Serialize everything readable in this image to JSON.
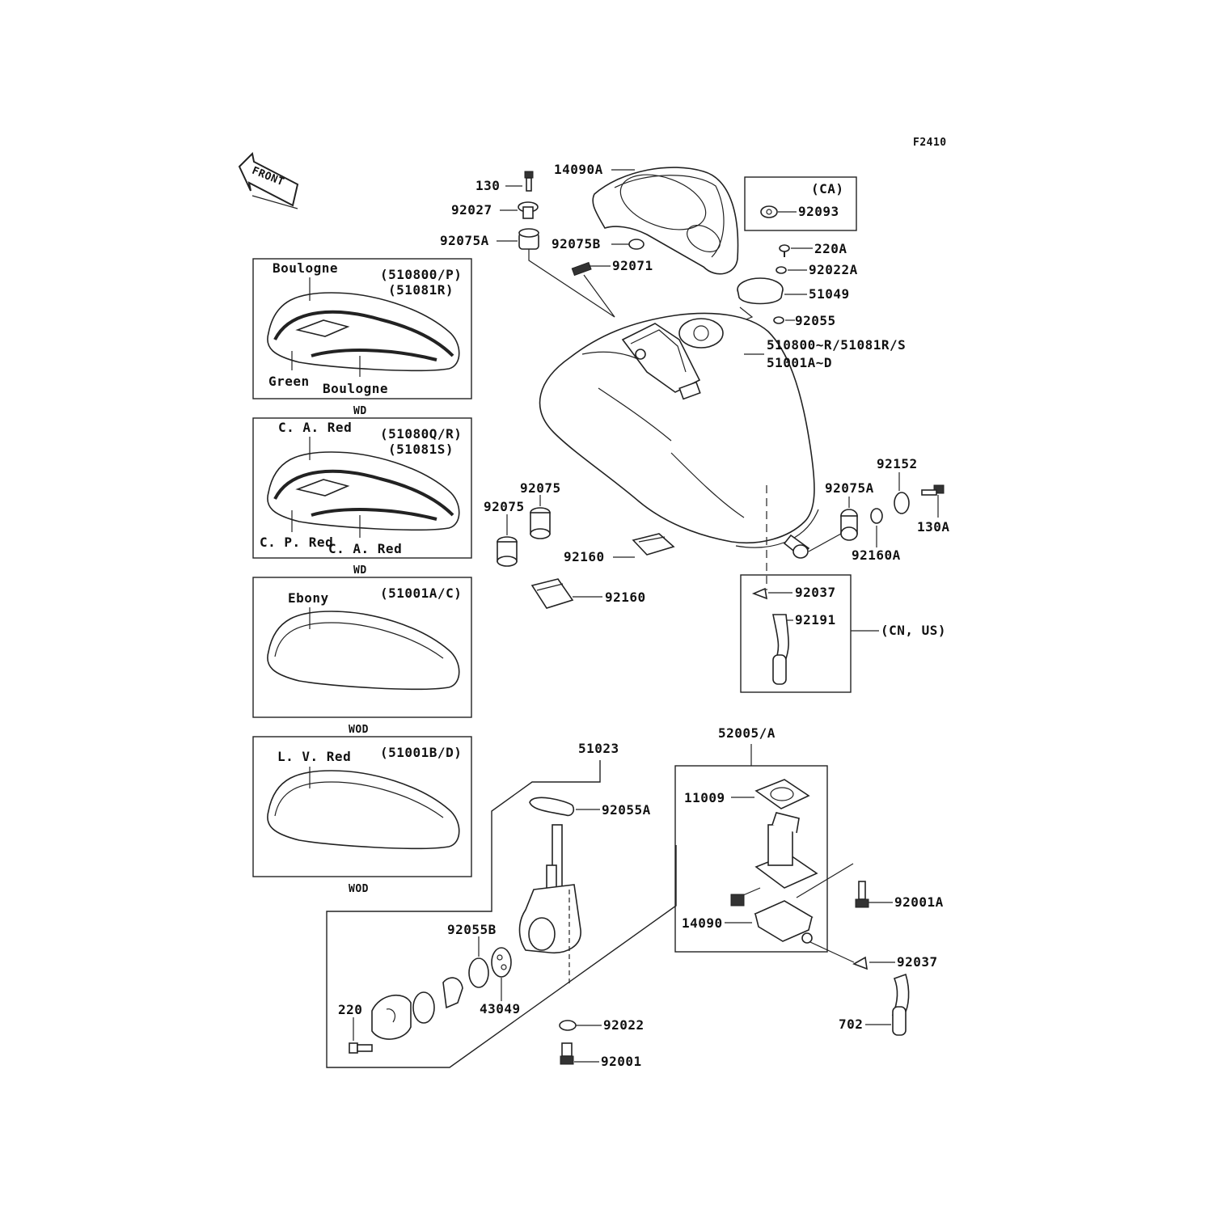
{
  "figure_code": "F2410",
  "front_arrow": "FRONT",
  "callouts": {
    "p130": "130",
    "p92027": "92027",
    "p92075A_top": "92075A",
    "p14090A": "14090A",
    "p92075B": "92075B",
    "p92071": "92071",
    "ca_note": "(CA)",
    "p92093": "92093",
    "p220A": "220A",
    "p92022A": "92022A",
    "p51049": "51049",
    "p92055": "92055",
    "tank_code_1": "510800~R/51081R/S",
    "tank_code_2": "51001A~D",
    "p92152": "92152",
    "p92075A_right": "92075A",
    "p130A": "130A",
    "p92160A": "92160A",
    "p92075_a": "92075",
    "p92075_b": "92075",
    "p92160_a": "92160",
    "p92160_b": "92160",
    "p92037_top": "92037",
    "p92191": "92191",
    "cn_us_note": "(CN, US)",
    "p51023": "51023",
    "p92055A": "92055A",
    "p92055B": "92055B",
    "p43049": "43049",
    "p220": "220",
    "p92022": "92022",
    "p92001": "92001",
    "p52005A": "52005/A",
    "p11009": "11009",
    "p14090": "14090",
    "p92001A": "92001A",
    "p92037_bottom": "92037",
    "p702": "702"
  },
  "variants": [
    {
      "codes_1": "(510800/P)",
      "codes_2": "(51081R)",
      "top_color": "Boulogne",
      "left_color": "Green",
      "bottom_color": "Boulogne",
      "type": "WD"
    },
    {
      "codes_1": "(51080Q/R)",
      "codes_2": "(51081S)",
      "top_color": "C. A. Red",
      "left_color": "C. P. Red",
      "bottom_color": "C. A. Red",
      "type": "WD"
    },
    {
      "codes_1": "(51001A/C)",
      "top_color": "Ebony",
      "type": "WOD"
    },
    {
      "codes_1": "(51001B/D)",
      "top_color": "L. V. Red",
      "type": "WOD"
    }
  ]
}
